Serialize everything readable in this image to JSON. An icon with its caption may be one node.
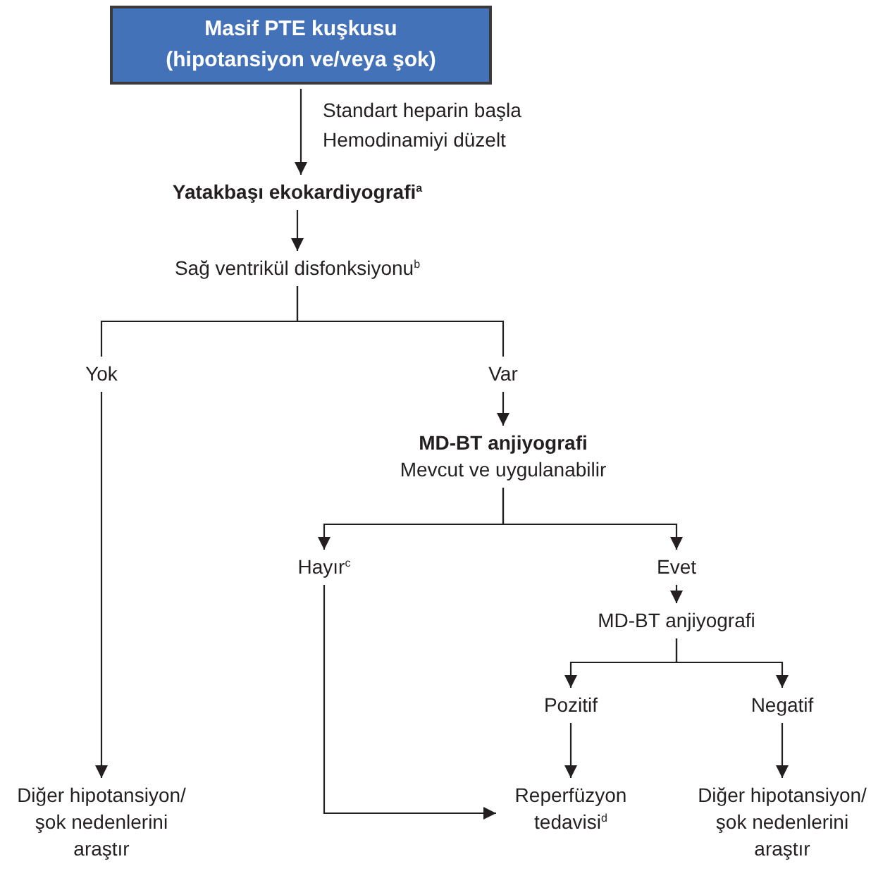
{
  "diagram": {
    "nodes": [
      {
        "text": [
          "Masif PTE kuşkusu (hipotansiyon ve/veya şok)"
        ]
      },
      {
        "text": [
          "Yatakbaşı ekokardiyografi$^{a}$"
        ]
      },
      {
        "text": [
          "Sağ ventrikül disfonksiyonu$^{b}$"
        ]
      },
      {
        "text": [
          "Yok"
        ]
      },
      {
        "text": [
          "Var"
        ]
      },
      {
        "text": [
          "MD-BT anjiyografi",
          "Mevcut ve uygulanabilir"
        ]
      },
      {
        "text": [
          "Hayır$^{c}$"
        ]
      },
      {
        "text": [
          "Evet"
        ]
      },
      {
        "text": [
          "MD-BT anjiyografi"
        ]
      },
      {
        "text": [
          "Pozitif"
        ]
      },
      {
        "text": [
          "Negatif"
        ]
      },
      {
        "text": [
          "Diğer hipotansiyon/ şok nedenlerini araştır"
        ]
      },
      {
        "text": [
          "Reperfüzyon tedavisi$^{d}$"
        ]
      },
      {
        "text": [
          "Diğer hipotansiyon/ şok nedenlerini araştır"
        ]
      }
    ],
    "edges": [
      {
        "from": 0,
        "to": 1,
        "arrow": "to",
        "label": "Standart heparin başla Hemodinamiyi düzelt"
      },
      {
        "from": 1,
        "to": 2,
        "arrow": "to"
      },
      {
        "from": 2,
        "to": 3,
        "arrow": "none"
      },
      {
        "from": 2,
        "to": 4,
        "arrow": "none"
      },
      {
        "from": 3,
        "to": 11,
        "arrow": "to"
      },
      {
        "from": 4,
        "to": 5,
        "arrow": "to"
      },
      {
        "from": 5,
        "to": 6,
        "arrow": "to"
      },
      {
        "from": 5,
        "to": 7,
        "arrow": "to"
      },
      {
        "from": 6,
        "to": 12,
        "arrow": "to"
      },
      {
        "from": 7,
        "to": 8,
        "arrow": "to"
      },
      {
        "from": 8,
        "to": 9,
        "arrow": "to"
      },
      {
        "from": 8,
        "to": 10,
        "arrow": "to"
      },
      {
        "from": 9,
        "to": 12,
        "arrow": "to"
      },
      {
        "from": 10,
        "to": 13,
        "arrow": "to"
      }
    ]
  }
}
